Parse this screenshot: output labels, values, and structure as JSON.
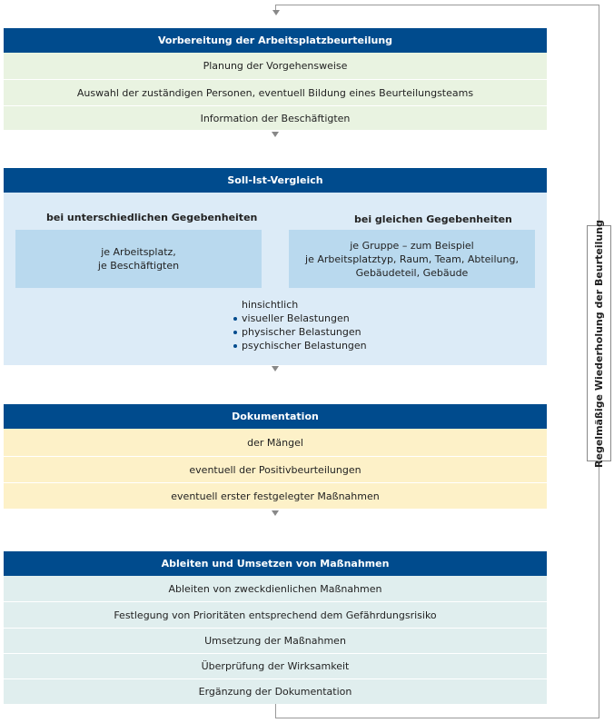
{
  "section1": {
    "title": "Vorbereitung der Arbeitsplatzbeurteilung",
    "items": [
      "Planung der Vorgehensweise",
      "Auswahl der zuständigen Personen, eventuell Bildung eines Beurteilungsteams",
      "Information der Beschäftigten"
    ]
  },
  "section2": {
    "title": "Soll-Ist-Vergleich",
    "left_heading": "bei unterschiedlichen Gegebenheiten",
    "left_lines": [
      "je Arbeitsplatz,",
      "je Beschäftigten"
    ],
    "right_heading": "bei gleichen Gegebenheiten",
    "right_lines": [
      "je Gruppe – zum Beispiel",
      "je Arbeitsplatztyp, Raum, Team, Abteilung,",
      "Gebäudeteil, Gebäude"
    ],
    "regarding": "hinsichtlich",
    "bullets": [
      "visueller Belastungen",
      "physischer Belastungen",
      "psychischer Belastungen"
    ]
  },
  "section3": {
    "title": "Dokumentation",
    "items": [
      "der Mängel",
      "eventuell der Positivbeurteilungen",
      "eventuell erster festgelegter Maßnahmen"
    ]
  },
  "section4": {
    "title": "Ableiten und Umsetzen von Maßnahmen",
    "items": [
      "Ableiten von zweckdienlichen Maßnahmen",
      "Festlegung von Prioritäten entsprechend dem Gefährdungsrisiko",
      "Umsetzung der Maßnahmen",
      "Überprüfung der Wirksamkeit",
      "Ergänzung der Dokumentation"
    ]
  },
  "loop_label": "Regelmäßige Wiederholung der Beurteilung",
  "colors": {
    "header": "#004b8d",
    "section1_rows": "#e9f3e1",
    "section2_bg": "#dcebf7",
    "section2_boxes": "#b9d9ee",
    "section3_rows": "#fdf1c8",
    "section4_rows": "#e0eeee"
  }
}
